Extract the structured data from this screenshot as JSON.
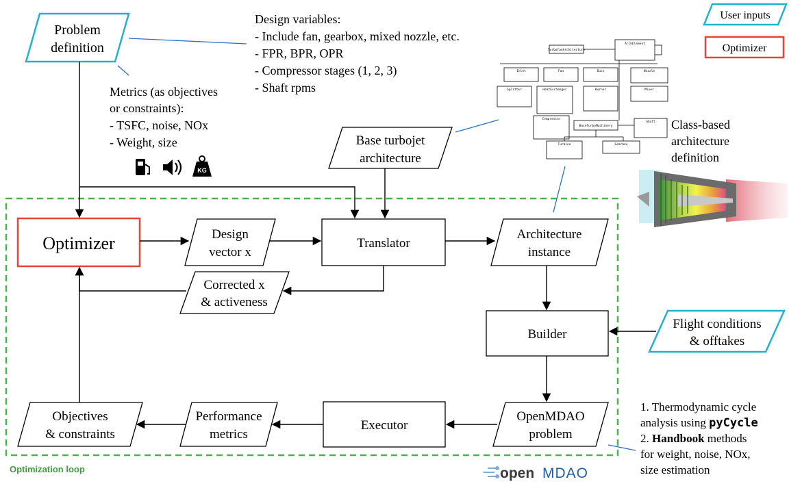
{
  "colors": {
    "user_input_border": "#22b2c9",
    "optimizer_border": "#e0473a",
    "loop_border": "#4caf50",
    "loop_label": "#3f9e3a",
    "annotation_line": "#2a6fc9",
    "arrow": "#000000",
    "openmdao_blue": "#1f5fa8"
  },
  "legend": {
    "user_inputs": "User inputs",
    "optimizer": "Optimizer"
  },
  "problem_definition": {
    "line1": "Problem",
    "line2": "definition"
  },
  "design_variables": {
    "heading": "Design variables:",
    "items": [
      "- Include fan, gearbox, mixed nozzle, etc.",
      "- FPR, BPR, OPR",
      "- Compressor stages (1, 2, 3)",
      "- Shaft rpms"
    ]
  },
  "metrics": {
    "line1": "Metrics (as objectives",
    "line2": "or constraints):",
    "items": [
      "- TSFC, noise, NOx",
      "- Weight, size"
    ],
    "icons": [
      "fuel-pump-icon",
      "speaker-icon",
      "weight-kg-icon"
    ],
    "kg_label": "KG"
  },
  "base_turbojet": {
    "line1": "Base turbojet",
    "line2": "architecture"
  },
  "class_based": {
    "line1": "Class-based",
    "line2": "architecture",
    "line3": "definition"
  },
  "nodes": {
    "optimizer": "Optimizer",
    "design_vector": {
      "line1": "Design",
      "line2": "vector x"
    },
    "translator": "Translator",
    "architecture_instance": {
      "line1": "Architecture",
      "line2": "instance"
    },
    "corrected_x": {
      "line1": "Corrected x",
      "line2": "& activeness"
    },
    "builder": "Builder",
    "flight_conditions": {
      "line1": "Flight conditions",
      "line2": "& offtakes"
    },
    "openmdao_problem": {
      "line1": "OpenMDAO",
      "line2": "problem"
    },
    "executor": "Executor",
    "performance_metrics": {
      "line1": "Performance",
      "line2": "metrics"
    },
    "objectives_constraints": {
      "line1": "Objectives",
      "line2": "& constraints"
    }
  },
  "loop_label": "Optimization loop",
  "notes": {
    "n1_a": "1. Thermodynamic cycle",
    "n1_b": "analysis using ",
    "n1_bold": "pyCycle",
    "n2_a": "2. ",
    "n2_bold": "Handbook",
    "n2_b": " methods",
    "n3": "for weight, noise, NOx,",
    "n4": "size estimation"
  },
  "logo": {
    "open": "open",
    "mdao": "MDAO"
  },
  "uml": {
    "top_left": "TurbofanArchitecture",
    "top_right": "ArchElement",
    "r1": [
      "Inlet",
      "Fan",
      "Duct",
      "Nozzle"
    ],
    "r2": [
      "Splitter",
      "HeatExchanger",
      "Burner",
      "Mixer"
    ],
    "r3": [
      "Compressor",
      "BaseTurboMachinery",
      "Shaft"
    ],
    "r4": [
      "Turbine",
      "Gearbox"
    ]
  }
}
